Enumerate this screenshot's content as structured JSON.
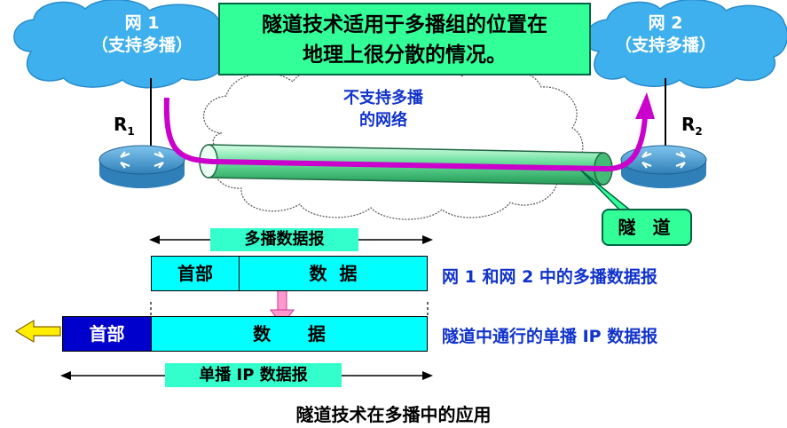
{
  "network1": {
    "name": "网 1",
    "support": "（支持多播）"
  },
  "network2": {
    "name": "网 2",
    "support": "（支持多播）"
  },
  "note_lines": [
    "隧道技术适用于多播组的位置在",
    "地理上很分散的情况。"
  ],
  "middle_cloud_lines": [
    "不支持多播",
    "的网络"
  ],
  "router1_label": {
    "main": "R",
    "sub": "1"
  },
  "router2_label": {
    "main": "R",
    "sub": "2"
  },
  "tunnel_label": "隧 道",
  "multicast_datagram_label": "多播数据报",
  "multicast_header": "首部",
  "multicast_data": "数  据",
  "multicast_desc": "网 1 和网 2 中的多播数据报",
  "unicast_header": "首部",
  "unicast_data": "数      据",
  "unicast_desc": "隧道中通行的单播 IP 数据报",
  "unicast_datagram_label": "单播 IP 数据报",
  "caption": "隧道技术在多播中的应用",
  "colors": {
    "cloud_blue": "#33aaee",
    "note_green": "#33ff99",
    "cell_cyan": "#00ffff",
    "header_blue": "#0000cc",
    "tunnel_path": "#cc00cc",
    "side_text": "#1133cc"
  }
}
